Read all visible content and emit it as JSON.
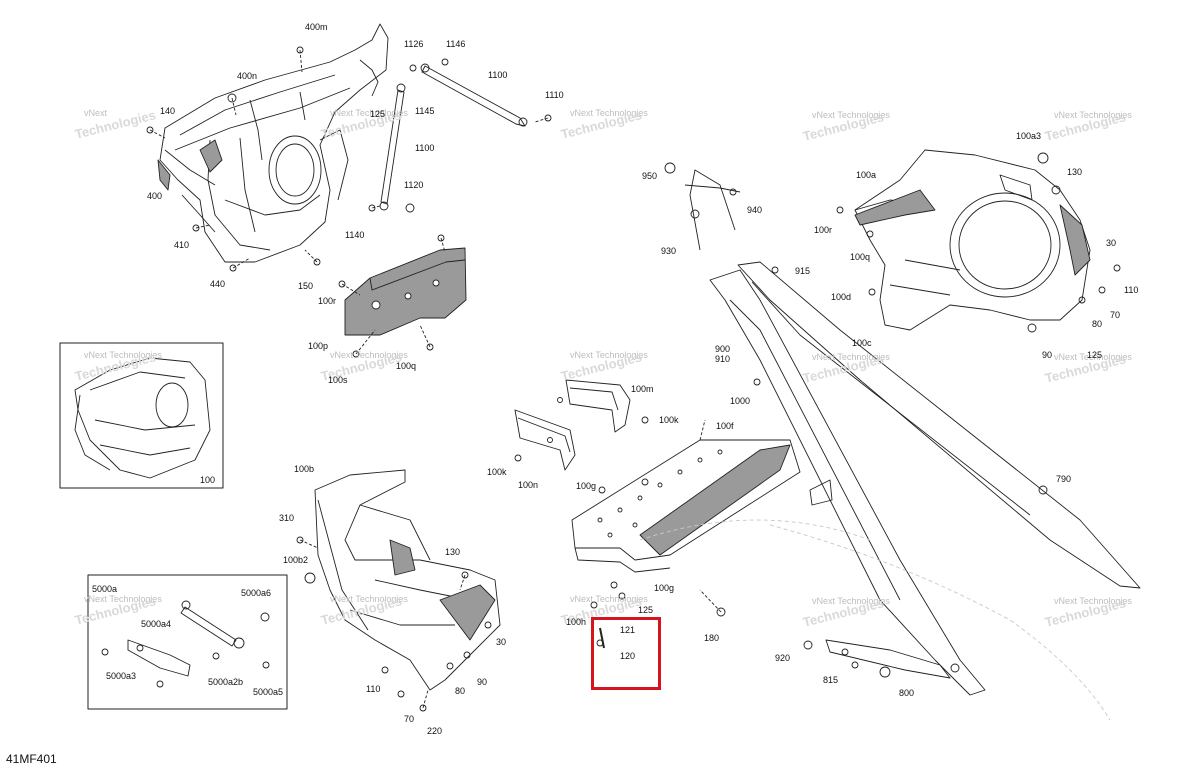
{
  "diagram_code": "41MF401",
  "watermark": {
    "line1": "vNext",
    "line2": "Technologies",
    "full": "vNext Technologies"
  },
  "callouts": {
    "c400m": "400m",
    "c400n": "400n",
    "c140": "140",
    "c125a": "125",
    "c400": "400",
    "c410": "410",
    "c440": "440",
    "c150": "150",
    "c1126": "1126",
    "c1146": "1146",
    "c1100a": "1100",
    "c1110": "1110",
    "c1145": "1145",
    "c1100b": "1100",
    "c1120": "1120",
    "c1140": "1140",
    "c100r_a": "100r",
    "c100p": "100p",
    "c100s": "100s",
    "c100q_a": "100q",
    "c100": "100",
    "c100b": "100b",
    "c310": "310",
    "c100b2": "100b2",
    "c130a": "130",
    "c30a": "30",
    "c90a": "90",
    "c80a": "80",
    "c110a": "110",
    "c70a": "70",
    "c220": "220",
    "c5000a6": "5000a6",
    "c5000a4": "5000a4",
    "c5000a3": "5000a3",
    "c5000a2b": "5000a2b",
    "c5000a5": "5000a5",
    "c5000a_top": "5000a",
    "c100m": "100m",
    "c100k_a": "100k",
    "c100k_b": "100k",
    "c100n": "100n",
    "c100f": "100f",
    "c100g_a": "100g",
    "c100g_b": "100g",
    "c125b": "125",
    "c100h": "100h",
    "c121": "121",
    "c120": "120",
    "c180": "180",
    "c950": "950",
    "c940": "940",
    "c930": "930",
    "c915": "915",
    "c900": "900",
    "c910": "910",
    "c1000": "1000",
    "c790": "790",
    "c920": "920",
    "c815": "815",
    "c800": "800",
    "c100a3": "100a3",
    "c100a": "100a",
    "c130b": "130",
    "c100r_b": "100r",
    "c100q_b": "100q",
    "c30b": "30",
    "c110b": "110",
    "c100d": "100d",
    "c100c": "100c",
    "c80b": "80",
    "c70b": "70",
    "c90b": "90",
    "c125c": "125"
  },
  "highlight": {
    "color": "#d6141e",
    "target_part": "120"
  },
  "colors": {
    "line": "#111111",
    "plate": "#9a9a9a",
    "watermark": "#bdbdbd"
  }
}
